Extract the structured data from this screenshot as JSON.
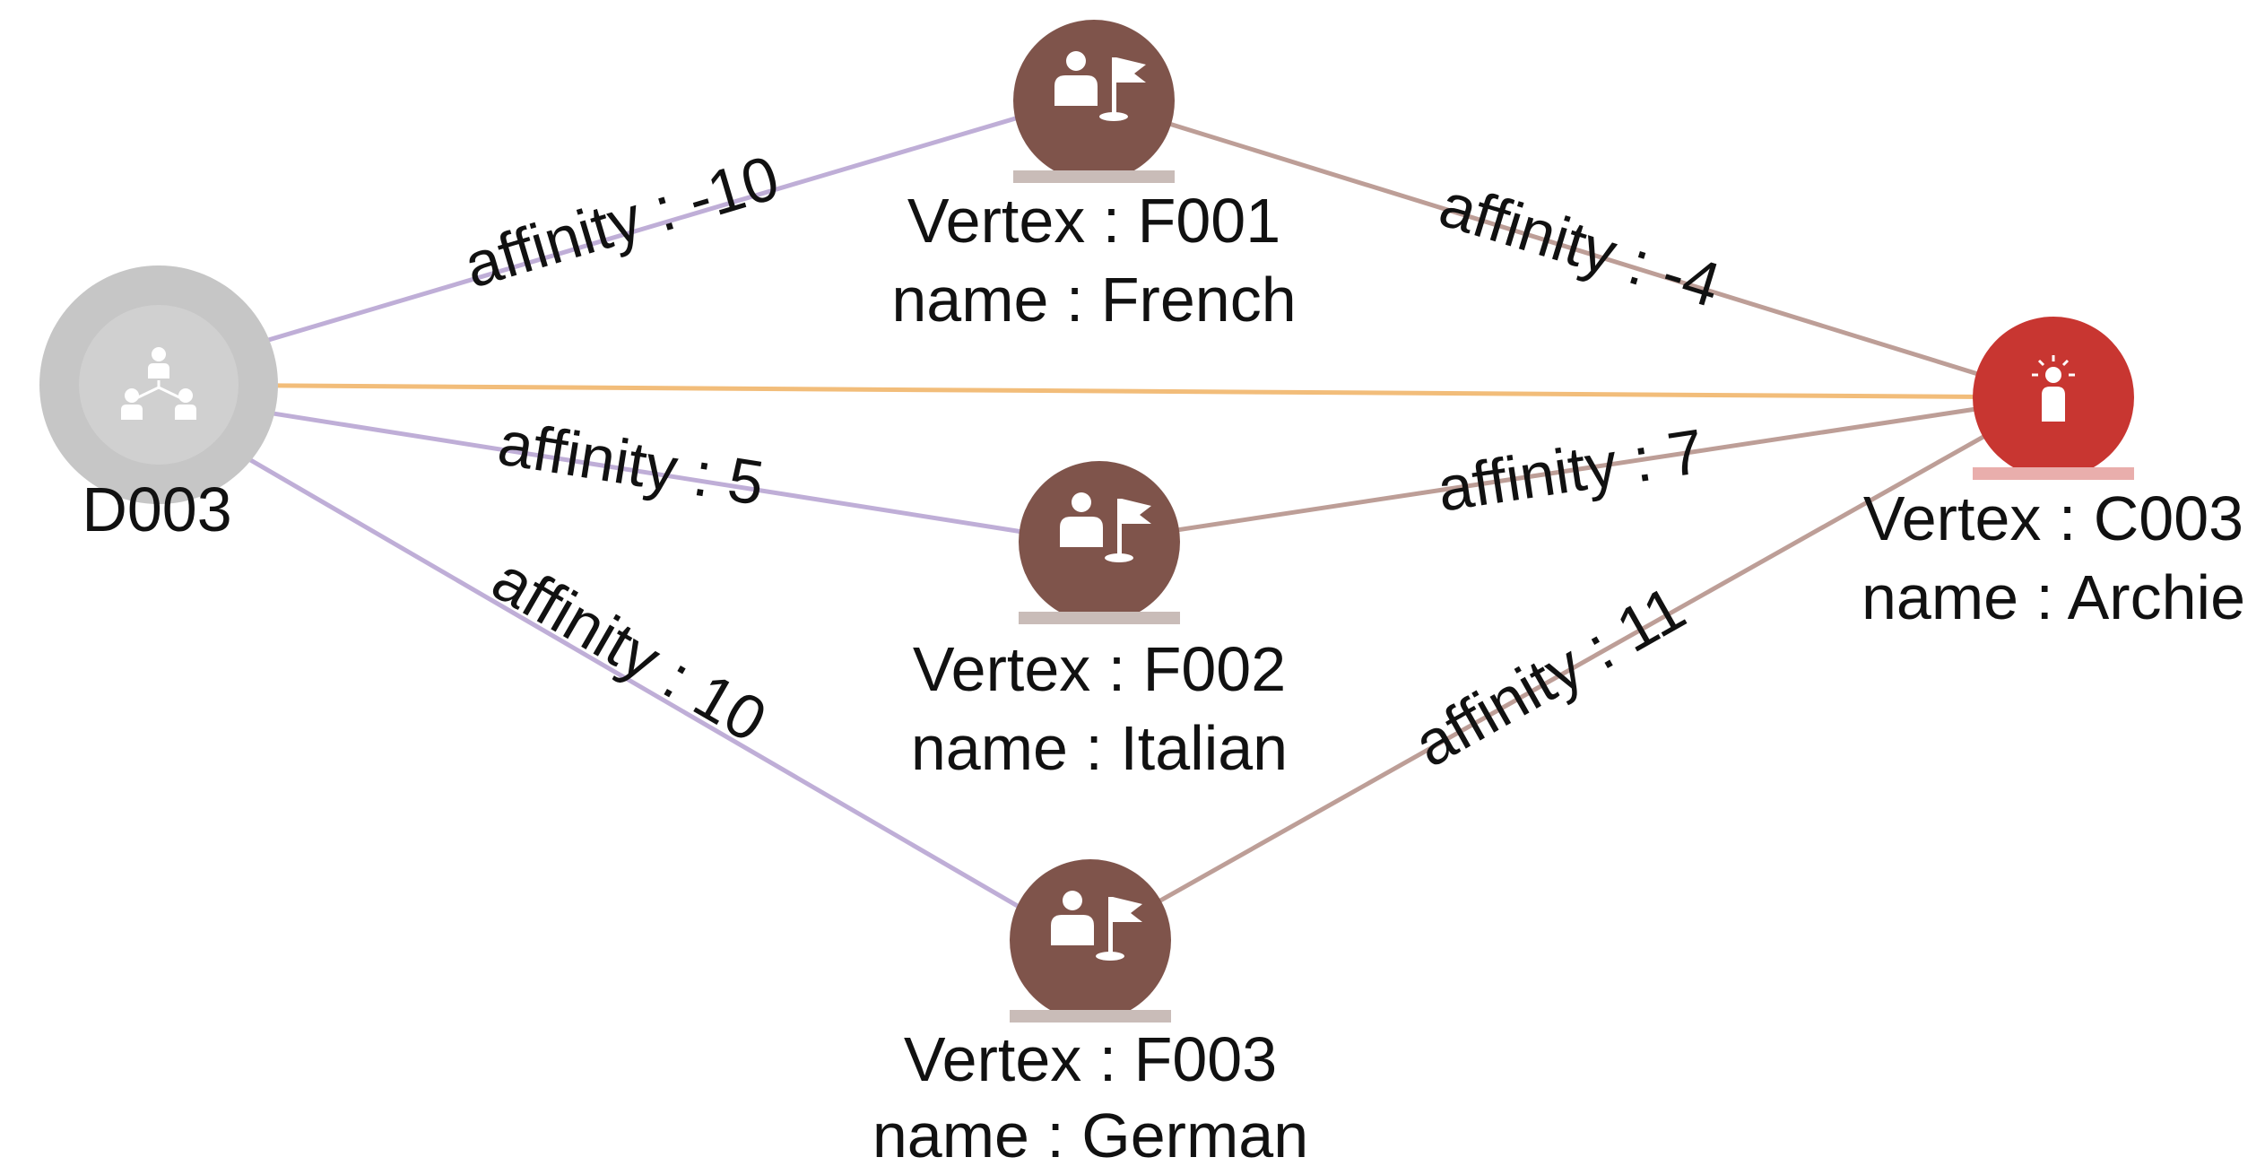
{
  "graph": {
    "colors": {
      "background": "#ffffff",
      "food_node": "#7f544b",
      "food_edge": "#bd9e97",
      "dept_node_outer": "#c6c6c6",
      "dept_node_inner": "#d0d0d0",
      "dept_edge": "#bfaed7",
      "customer_node": "#c83631",
      "relation_edge": "#f2bd7a",
      "icon": "#ffffff"
    },
    "nodes": {
      "d003": {
        "label": "D003",
        "icon": "org-chart-icon"
      },
      "f001": {
        "line1": "Vertex : F001",
        "line2": "name : French",
        "icon": "person-flag-icon"
      },
      "f002": {
        "line1": "Vertex : F002",
        "line2": "name : Italian",
        "icon": "person-flag-icon"
      },
      "f003": {
        "line1": "Vertex : F003",
        "line2": "name : German",
        "icon": "person-flag-icon"
      },
      "c003": {
        "line1": "Vertex : C003",
        "line2": "name : Archie",
        "icon": "person-idea-icon"
      }
    },
    "edges": {
      "d003_f001": "affinity : -10",
      "d003_f002": "affinity : 5",
      "d003_f003": "affinity : 10",
      "f001_c003": "affinity : -4",
      "f002_c003": "affinity : 7",
      "f003_c003": "affinity : 11"
    }
  }
}
